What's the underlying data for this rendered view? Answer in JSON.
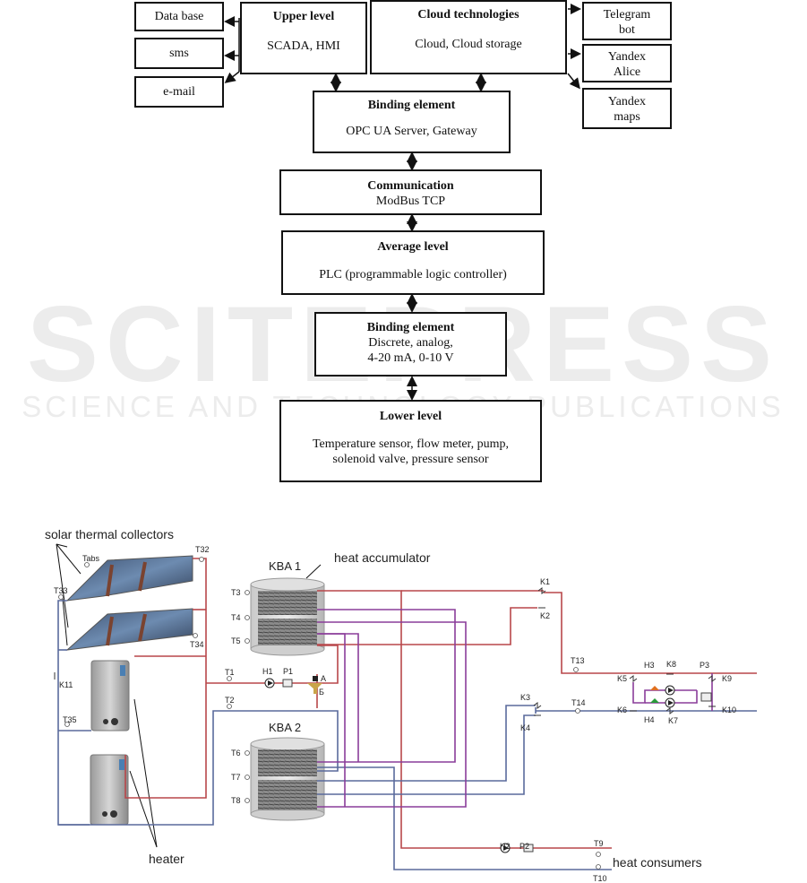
{
  "watermark": {
    "line1": "SCITEPRESS",
    "line2": "SCIENCE AND TECHNOLOGY PUBLICATIONS"
  },
  "architecture": {
    "data_base": "Data base",
    "sms": "sms",
    "email": "e-mail",
    "upper_level": {
      "title": "Upper level",
      "text": "SCADA, HMI"
    },
    "cloud": {
      "title": "Cloud technologies",
      "text": "Cloud, Cloud storage"
    },
    "telegram": {
      "line1": "Telegram",
      "line2": "bot"
    },
    "alice": {
      "line1": "Yandex",
      "line2": "Alice"
    },
    "maps": {
      "line1": "Yandex",
      "line2": "maps"
    },
    "binding_top": {
      "title": "Binding element",
      "text": "OPC UA Server, Gateway"
    },
    "communication": {
      "title": "Communication",
      "text": "ModBus TCP"
    },
    "average": {
      "title": "Average level",
      "text": "PLC (programmable logic controller)"
    },
    "binding_bottom": {
      "title": "Binding element",
      "line1": "Discrete, analog,",
      "line2": "4-20 mA, 0-10 V"
    },
    "lower": {
      "title": "Lower level",
      "line1": "Temperature sensor, flow meter, pump,",
      "line2": "solenoid valve, pressure sensor"
    }
  },
  "scheme": {
    "solar_label": "solar thermal collectors",
    "accumulator_label": "heat accumulator",
    "heater_label": "heater",
    "consumers_label": "heat consumers",
    "kba1": "KBA 1",
    "kba2": "KBA 2",
    "sensors": {
      "tabs": "Tabs",
      "t32": "T32",
      "t33": "T33",
      "t34": "T34",
      "t35": "T35",
      "t1": "T1",
      "t2": "T2",
      "t3": "T3",
      "t4": "T4",
      "t5": "T5",
      "t6": "T6",
      "t7": "T7",
      "t8": "T8",
      "t9": "T9",
      "t10": "T10",
      "t13": "T13",
      "t14": "T14"
    },
    "valves": {
      "k1": "K1",
      "k2": "K2",
      "k3": "K3",
      "k4": "K4",
      "k5": "K5",
      "k6": "K6",
      "k7": "K7",
      "k8": "K8",
      "k9": "K9",
      "k10": "K10",
      "k11": "K11"
    },
    "pumps": {
      "h1": "H1",
      "h2": "H2",
      "h3": "H3",
      "h4": "H4"
    },
    "flowmeters": {
      "p1": "P1",
      "p2": "P2",
      "p3": "P3"
    },
    "mixer": {
      "a": "A",
      "b": "Б"
    },
    "colors": {
      "hot": "#b8474a",
      "cold": "#5a6a9c",
      "purple": "#8a3d9a"
    }
  }
}
